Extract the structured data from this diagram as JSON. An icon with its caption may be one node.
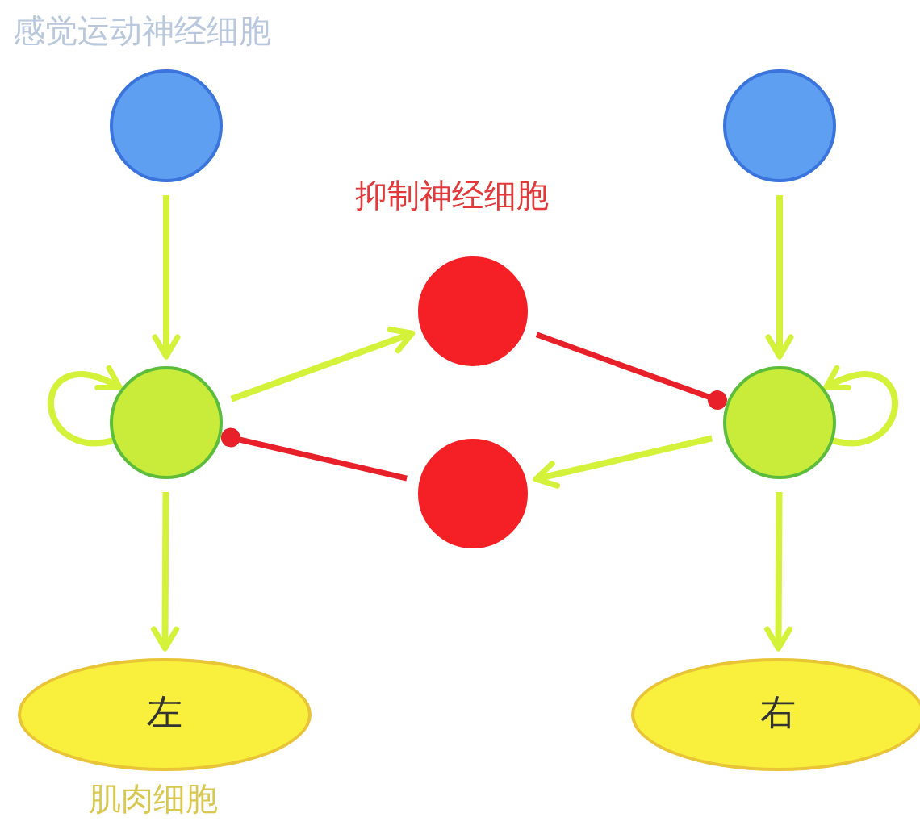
{
  "diagram": {
    "nodes": [
      {
        "text": [],
        "shape": "circle"
      },
      {
        "text": [],
        "shape": "circle"
      },
      {
        "text": [],
        "shape": "circle"
      },
      {
        "text": [],
        "shape": "circle"
      },
      {
        "text": [],
        "shape": "circle"
      },
      {
        "text": [],
        "shape": "circle"
      },
      {
        "text": [
          "左"
        ]
      },
      {
        "text": [
          "右"
        ]
      }
    ],
    "edges": [
      {
        "from": 0,
        "to": 2,
        "arrow": "to"
      },
      {
        "from": 1,
        "to": 5,
        "arrow": "to"
      },
      {
        "from": 2,
        "to": 2,
        "arrow": "to"
      },
      {
        "from": 5,
        "to": 5,
        "arrow": "to"
      },
      {
        "from": 2,
        "to": 3,
        "arrow": "to"
      },
      {
        "from": 3,
        "to": 5,
        "arrow": "other",
        "color": "#e8202a"
      },
      {
        "from": 5,
        "to": 4,
        "arrow": "to"
      },
      {
        "from": 4,
        "to": 2,
        "arrow": "other",
        "color": "#e8202a"
      },
      {
        "from": 2,
        "to": 6,
        "arrow": "to"
      },
      {
        "from": 5,
        "to": 7,
        "arrow": "to"
      }
    ],
    "labels": [
      "感觉运动神经细胞",
      "抑制神经细胞",
      "肌肉细胞"
    ]
  }
}
